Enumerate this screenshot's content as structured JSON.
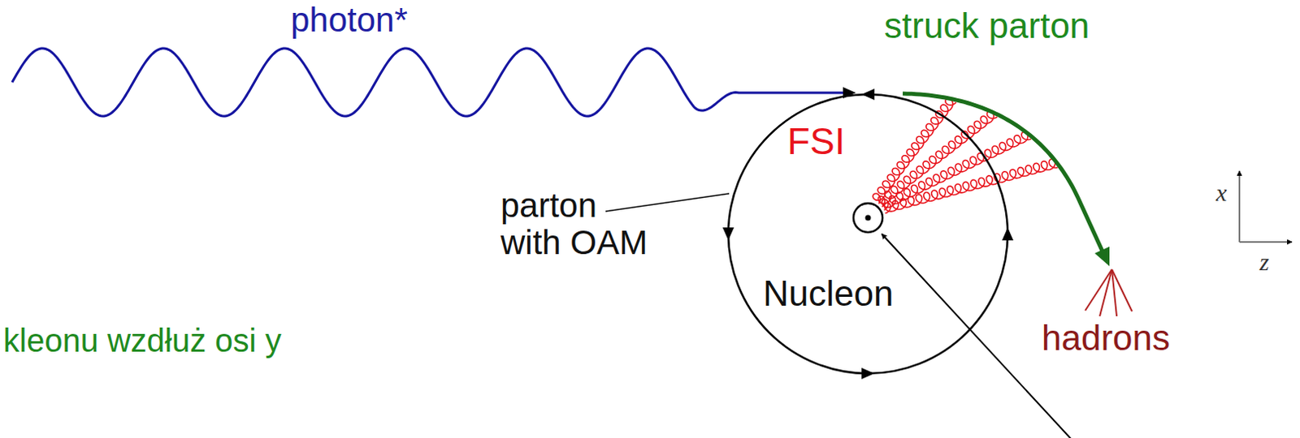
{
  "diagram": {
    "nodes": [
      {
        "text": [
          "Nucleon"
        ]
      }
    ],
    "labels": [
      "photon*",
      "struck parton",
      "FSI",
      "parton with OAM",
      "hadrons",
      "x",
      "z",
      "kleonu wzdłuż osi y"
    ]
  }
}
